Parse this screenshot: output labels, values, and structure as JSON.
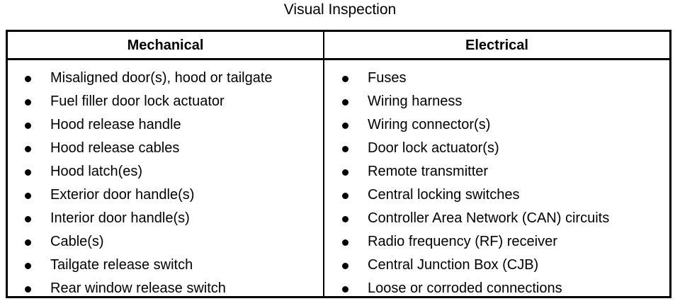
{
  "title": "Visual Inspection",
  "table": {
    "columns": [
      {
        "header": "Mechanical",
        "items": [
          "Misaligned door(s), hood or tailgate",
          "Fuel filler door lock actuator",
          "Hood release handle",
          "Hood release cables",
          "Hood latch(es)",
          "Exterior door handle(s)",
          "Interior door handle(s)",
          "Cable(s)",
          "Tailgate release switch",
          "Rear window release switch"
        ]
      },
      {
        "header": "Electrical",
        "items": [
          "Fuses",
          "Wiring harness",
          "Wiring connector(s)",
          "Door lock actuator(s)",
          "Remote transmitter",
          "Central locking switches",
          "Controller Area Network (CAN) circuits",
          "Radio frequency (RF) receiver",
          "Central Junction Box (CJB)",
          "Loose or corroded connections"
        ]
      }
    ],
    "bullet_icon": "bullet-dot-icon"
  },
  "colors": {
    "text": "#000000",
    "background": "#ffffff",
    "border": "#000000"
  }
}
